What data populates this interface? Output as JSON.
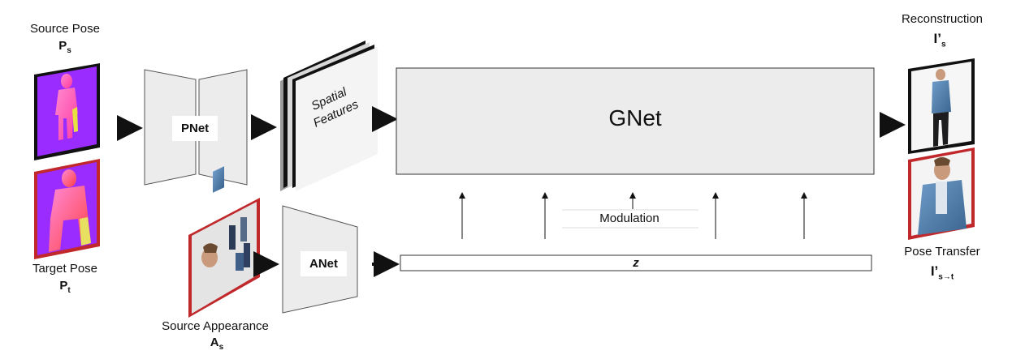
{
  "source_pose": {
    "label": "Source Pose",
    "symbol": "P",
    "sub": "s"
  },
  "target_pose": {
    "label": "Target Pose",
    "symbol": "P",
    "sub": "t"
  },
  "source_appearance": {
    "label": "Source Appearance",
    "symbol": "A",
    "sub": "s"
  },
  "pnet": {
    "label": "PNet"
  },
  "anet": {
    "label": "ANet"
  },
  "spatial_features": {
    "line1": "Spatial",
    "line2": "Features"
  },
  "gnet": {
    "label": "GNet"
  },
  "modulation": {
    "label": "Modulation"
  },
  "latent": {
    "label": "z"
  },
  "reconstruction": {
    "label": "Reconstruction",
    "symbol": "I’",
    "sub": "s"
  },
  "pose_transfer": {
    "label": "Pose Transfer",
    "symbol": "I’",
    "sub": "s→t"
  },
  "colors": {
    "pose_bg": "#9b2cff",
    "red_frame": "#c0282b",
    "black_frame": "#111111",
    "module_fill": "#ececec"
  }
}
